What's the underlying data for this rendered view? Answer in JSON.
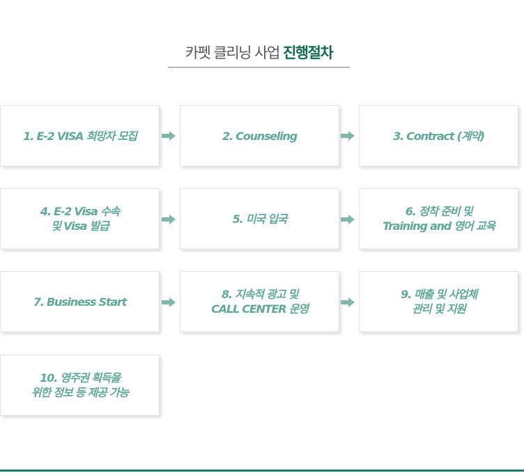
{
  "title": {
    "normal": "카펫 클리닝 사업 ",
    "bold": "진행절차"
  },
  "steps": [
    "1. E-2 VISA 희망자 모집",
    "2. Counseling",
    "3. Contract (계약)",
    "4. E-2 Visa 수속\n및 Visa 발급",
    "5. 미국 입국",
    "6. 정착 준비 및\nTraining and 영어 교육",
    "7. Business Start",
    "8. 지속적 광고 및\nCALL CENTER 운영",
    "9. 매출 및 사업체\n관리 및 지원",
    "10. 영주권 획득을\n위한 정보 등 제공 가능"
  ],
  "colors": {
    "accent": "#0f6b52",
    "step_text": "#5fa999",
    "arrow": "#7fb8aa",
    "bottom_line": "#177a66"
  }
}
